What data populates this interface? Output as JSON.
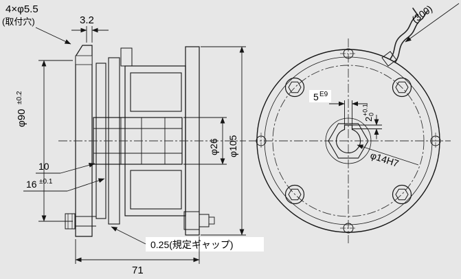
{
  "drawing": {
    "background": "#e7e7e7",
    "line_color": "#161616",
    "hatch_fill": "#d9e7f1",
    "hatch_line": "#6d93ad",
    "side_view": {
      "dim_mount_holes": "4×φ5.5",
      "dim_mount_holes_note": "(取付穴)",
      "dim_flange_thickness": "3.2",
      "dim_bolt_circle": "φ90",
      "dim_bolt_circle_tol": "±0.2",
      "dim_offset": "10",
      "dim_hub_length": "16",
      "dim_hub_length_tol": "±0.1",
      "dim_hub_dia": "φ26",
      "dim_outer_dia": "φ105",
      "dim_gap": "0.25(規定ギャップ)",
      "dim_overall_length": "71"
    },
    "front_view": {
      "dim_cable_length": "(300)",
      "dim_keyway_width": "5",
      "dim_keyway_width_tol": "E9",
      "dim_keyway_depth": "2",
      "dim_keyway_depth_tol_upper": "+0.1",
      "dim_keyway_depth_tol_lower": "0",
      "dim_bore_dia": "φ14H7"
    }
  }
}
